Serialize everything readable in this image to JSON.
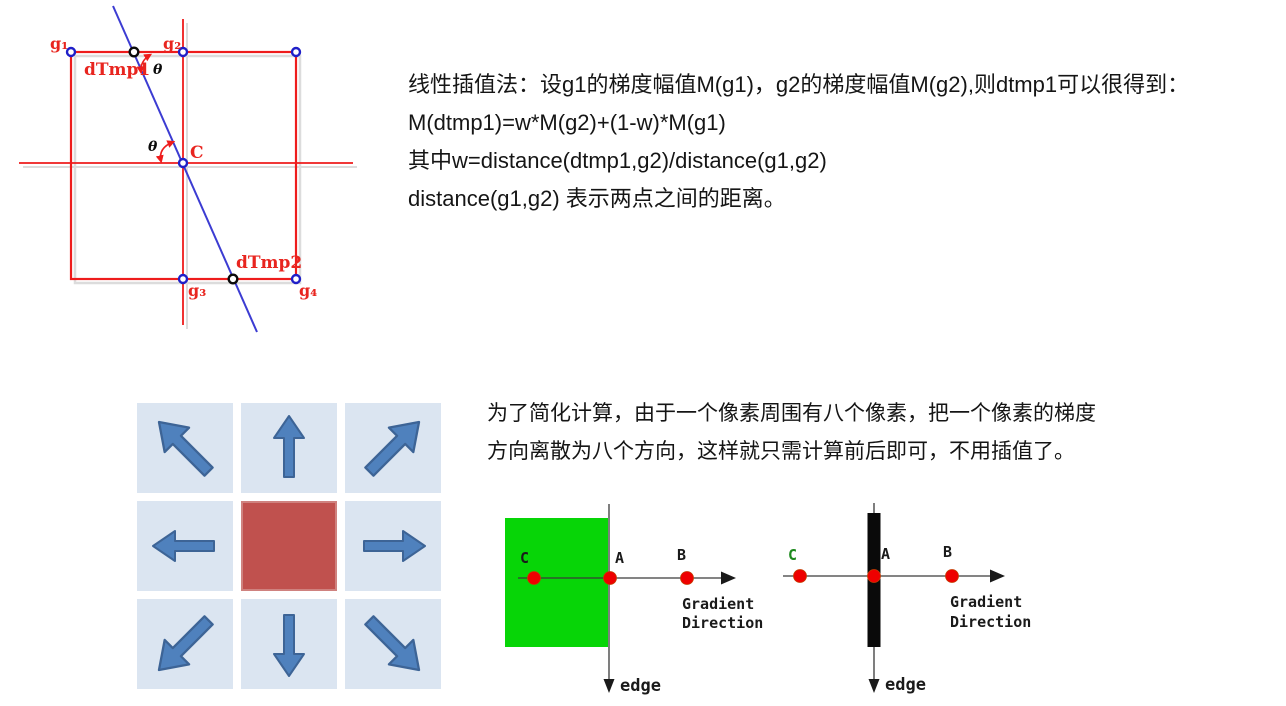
{
  "interpolation_figure": {
    "labels": {
      "g1": "g₁",
      "g2": "g₂",
      "g3": "g₃",
      "g4": "g₄",
      "c": "C",
      "dtmp1": "dTmp1",
      "dtmp2": "dTmp2",
      "theta": "θ"
    },
    "colors": {
      "line_red": "#ee1c1c",
      "line_blue": "#3c3cd2",
      "point_blue_ring": "#1f1fc8",
      "point_black_ring": "#0a0a0a",
      "label_red": "#e8251f"
    }
  },
  "interpolation_text": {
    "lines": [
      "线性插值法：设g1的梯度幅值M(g1)，g2的梯度幅值M(g2),则dtmp1可以很得到：",
      "M(dtmp1)=w*M(g2)+(1-w)*M(g1)",
      "其中w=distance(dtmp1,g2)/distance(g1,g2)",
      "distance(g1,g2) 表示两点之间的距离。"
    ]
  },
  "direction_grid": {
    "cells": [
      "up-left",
      "up",
      "up-right",
      "left",
      "center",
      "right",
      "down-left",
      "down",
      "down-right"
    ],
    "colors": {
      "cell_bg": "#dbe5f1",
      "arrow": "#4f81bd",
      "center_bg": "#c0514e"
    }
  },
  "simplify_text": {
    "lines": [
      "为了简化计算，由于一个像素周围有八个像素，把一个像素的梯度",
      "方向离散为八个方向，这样就只需计算前后即可，不用插值了。"
    ]
  },
  "edge_figures": {
    "left": {
      "point_c": "C",
      "point_a": "A",
      "point_b": "B",
      "gradient_label_line1": "Gradient",
      "gradient_label_line2": "Direction",
      "edge_label": "edge",
      "colors": {
        "region_green": "#07d507",
        "dot_red": "#ee0000",
        "c_label": "#111111"
      }
    },
    "right": {
      "point_c": "C",
      "point_a": "A",
      "point_b": "B",
      "gradient_label_line1": "Gradient",
      "gradient_label_line2": "Direction",
      "edge_label": "edge",
      "colors": {
        "edge_bar": "#0a0a0a",
        "dot_red": "#ee0000",
        "c_label": "#1e8a1e"
      }
    }
  }
}
